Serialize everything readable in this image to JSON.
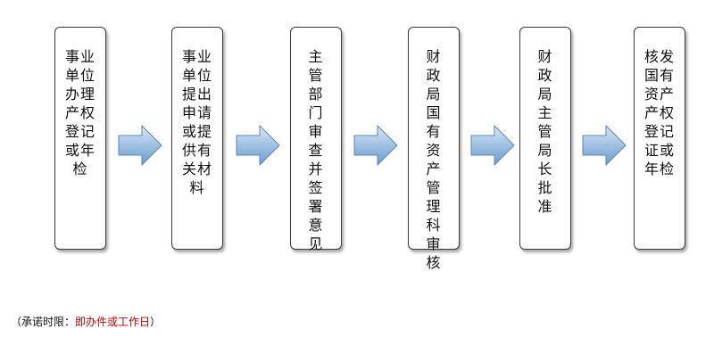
{
  "steps": [
    {
      "label": "事业\n单位\n办理\n产权\n登记\n或年\n检"
    },
    {
      "label": "事业\n单位\n提出\n申请\n或提\n供有\n关材\n料"
    },
    {
      "label": "主\n管\n部\n门\n审\n查\n并\n签\n署\n意\n见"
    },
    {
      "label": "财\n政\n局\n国\n有\n资\n产\n管\n理\n科\n审\n核"
    },
    {
      "label": "财\n政\n局\n主\n管\n局\n长\n批\n准"
    },
    {
      "label": "核发\n国有\n资产\n产权\n登记\n证或\n年检"
    }
  ],
  "note": {
    "prefix": "（承诺时限：",
    "highlight": "即办件或工作日",
    "suffix": "）"
  },
  "colors": {
    "arrow_fill_light": "#cfe0f1",
    "arrow_fill_dark": "#6f9ccc",
    "arrow_stroke": "#5b87b8",
    "note_highlight": "#c00000"
  }
}
